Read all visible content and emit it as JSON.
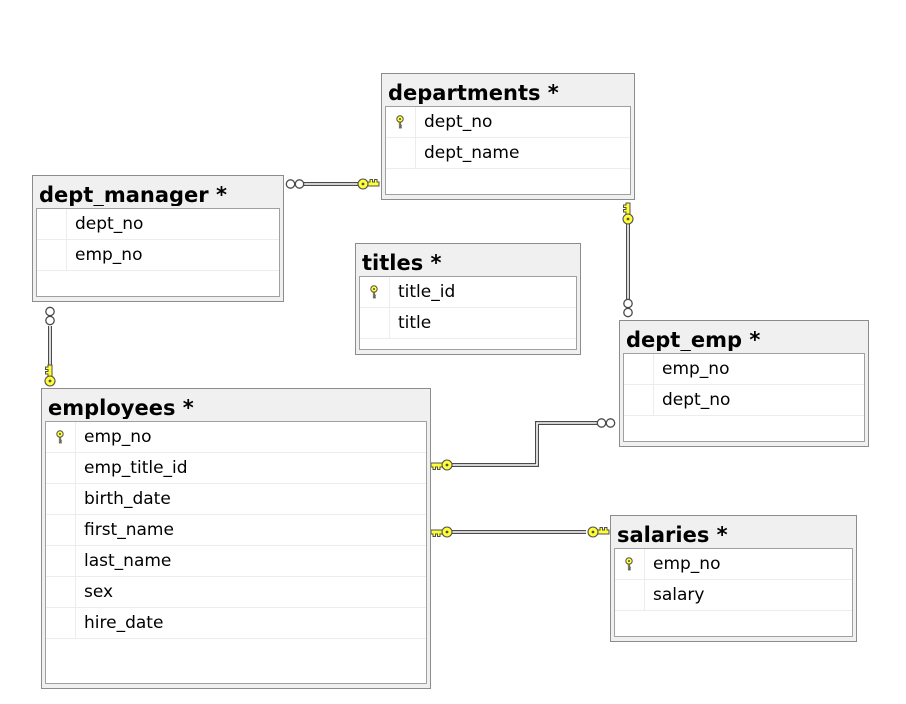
{
  "tables": {
    "departments": {
      "title": "departments *",
      "columns": [
        {
          "name": "dept_no",
          "primary_key": true
        },
        {
          "name": "dept_name",
          "primary_key": false
        }
      ]
    },
    "dept_manager": {
      "title": "dept_manager *",
      "columns": [
        {
          "name": "dept_no",
          "primary_key": false
        },
        {
          "name": "emp_no",
          "primary_key": false
        }
      ]
    },
    "titles": {
      "title": "titles *",
      "columns": [
        {
          "name": "title_id",
          "primary_key": true
        },
        {
          "name": "title",
          "primary_key": false
        }
      ]
    },
    "dept_emp": {
      "title": "dept_emp *",
      "columns": [
        {
          "name": "emp_no",
          "primary_key": false
        },
        {
          "name": "dept_no",
          "primary_key": false
        }
      ]
    },
    "employees": {
      "title": "employees *",
      "columns": [
        {
          "name": "emp_no",
          "primary_key": true
        },
        {
          "name": "emp_title_id",
          "primary_key": false
        },
        {
          "name": "birth_date",
          "primary_key": false
        },
        {
          "name": "first_name",
          "primary_key": false
        },
        {
          "name": "last_name",
          "primary_key": false
        },
        {
          "name": "sex",
          "primary_key": false
        },
        {
          "name": "hire_date",
          "primary_key": false
        }
      ]
    },
    "salaries": {
      "title": "salaries *",
      "columns": [
        {
          "name": "emp_no",
          "primary_key": true
        },
        {
          "name": "salary",
          "primary_key": false
        }
      ]
    }
  },
  "relationships": [
    {
      "from": "dept_manager",
      "to": "departments",
      "from_end": "many",
      "to_end": "one"
    },
    {
      "from": "dept_manager",
      "to": "employees",
      "from_end": "many",
      "to_end": "one"
    },
    {
      "from": "dept_emp",
      "to": "departments",
      "from_end": "many",
      "to_end": "one"
    },
    {
      "from": "dept_emp",
      "to": "employees",
      "from_end": "many",
      "to_end": "one"
    },
    {
      "from": "salaries",
      "to": "employees",
      "from_end": "one",
      "to_end": "one"
    }
  ],
  "colors": {
    "key_fill": "#ffff33",
    "key_outline": "#505050",
    "line": "#4a4a4a",
    "title_bar": "#f0f0f0"
  },
  "icons": {
    "primary_key": "primary-key-icon",
    "one_end": "key-icon",
    "many_end": "infinity-icon"
  }
}
